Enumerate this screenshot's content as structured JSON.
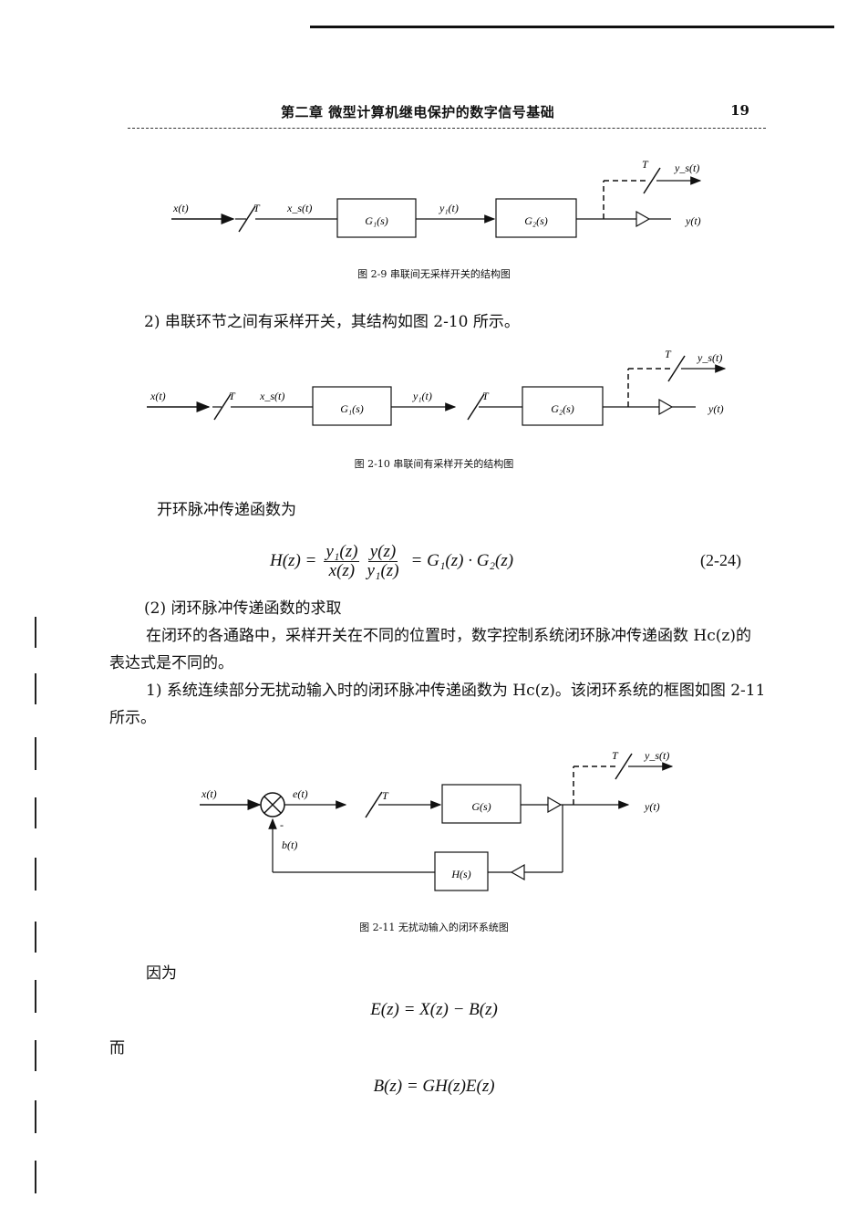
{
  "header": {
    "title": "第二章 微型计算机继电保护的数字信号基础",
    "page_number": "19"
  },
  "fig29": {
    "caption": "图 2-9 串联间无采样开关的结构图",
    "labels": {
      "x": "x(t)",
      "T1": "T",
      "xs": "x_s(t)",
      "G1": "G₁(s)",
      "y1": "y₁(t)",
      "G2": "G₂(s)",
      "T2": "T",
      "ys": "y_s(t)",
      "y": "y(t)"
    }
  },
  "item2": "2) 串联环节之间有采样开关，其结构如图 2-10 所示。",
  "fig210": {
    "caption": "图 2-10 串联间有采样开关的结构图",
    "labels": {
      "x": "x(t)",
      "T1": "T",
      "xs": "x_s(t)",
      "G1": "G₁(s)",
      "y1": "y₁(t)",
      "T2": "T",
      "G2": "G₂(s)",
      "T3": "T",
      "ys": "y_s(t)",
      "y": "y(t)"
    }
  },
  "open_loop_text": "开环脉冲传递函数为",
  "eq224": {
    "lhs": "H(z) =",
    "f1_num": "y₁(z)",
    "f1_den": "x(z)",
    "f2_num": "y(z)",
    "f2_den": "y₁(z)",
    "rhs": "= G₁(z) · G₂(z)",
    "number": "(2-24)"
  },
  "section2": "(2) 闭环脉冲传递函数的求取",
  "para_closed": "在闭环的各通路中，采样开关在不同的位置时，数字控制系统闭环脉冲传递函数 Hc(z)的表达式是不同的。",
  "item1": "1) 系统连续部分无扰动输入时的闭环脉冲传递函数为 Hc(z)。该闭环系统的框图如图 2-11 所示。",
  "fig211": {
    "caption": "图 2-11 无扰动输入的闭环系统图",
    "labels": {
      "x": "x(t)",
      "e": "e(t)",
      "T1": "T",
      "G": "G(s)",
      "T2": "T",
      "ys": "y_s(t)",
      "y": "y(t)",
      "minus": "-",
      "b": "b(t)",
      "H": "H(s)"
    }
  },
  "because": "因为",
  "eq_E": "E(z) = X(z) − B(z)",
  "and": "而",
  "eq_B": "B(z) = GH(z)E(z)"
}
